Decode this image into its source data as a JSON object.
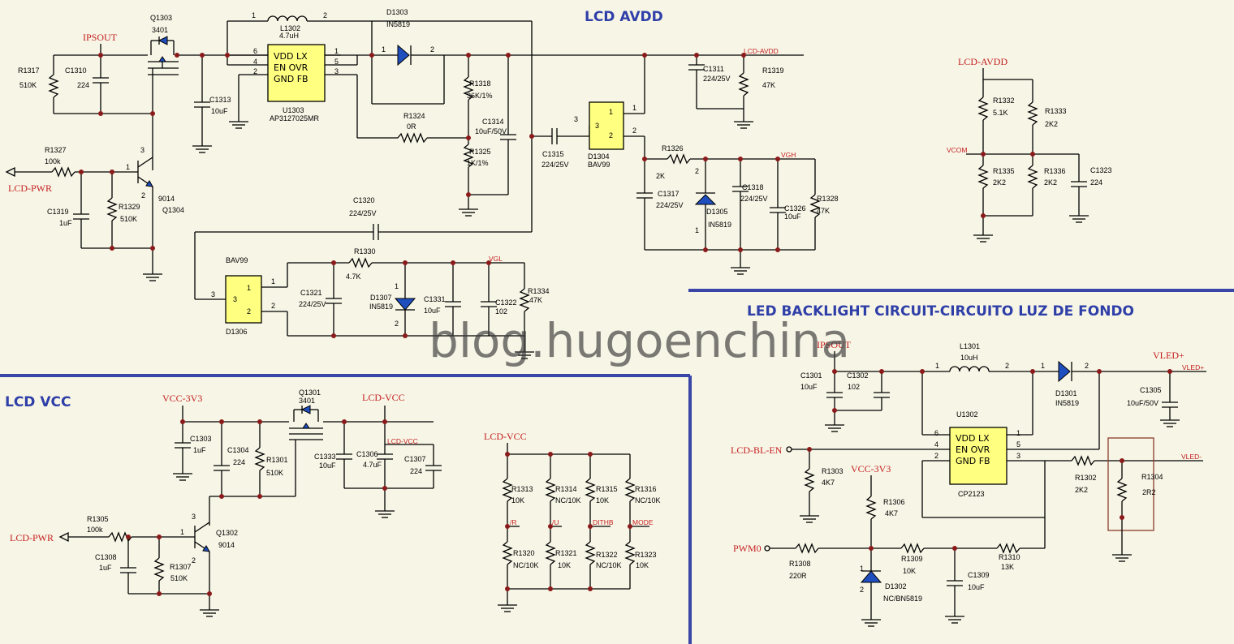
{
  "titles": {
    "lcd_avdd": "LCD AVDD",
    "lcd_vcc": "LCD VCC",
    "backlight": "LED BACKLIGHT CIRCUIT-CIRCUITO LUZ DE FONDO"
  },
  "watermark": "blog.hugoenchina",
  "nets": {
    "ipsout": "IPSOUT",
    "lcd_pwr": "LCD-PWR",
    "lcd_avdd": "LCD-AVDD",
    "vgh": "VGH",
    "vgl": "VGL",
    "vcom": "VCOM",
    "vcc_3v3": "VCC-3V3",
    "lcd_vcc": "LCD-VCC",
    "vled_plus": "VLED+",
    "vled_minus": "VLED-",
    "lcd_bl_en": "LCD-BL-EN",
    "pwm0": "PWM0",
    "r_sig": "/R",
    "u_sig": "/U",
    "dithb": "DITHB",
    "mode": "MODE"
  },
  "ics": {
    "u1303": {
      "ref": "U1303",
      "part": "AP3127025MR",
      "row1": "VDD  LX",
      "row2": "EN  OVR",
      "row3": "GND  FB"
    },
    "u1302": {
      "ref": "U1302",
      "part": "CP2123",
      "row1": "VDD  LX",
      "row2": "EN  OVR",
      "row3": "GND  FB"
    },
    "d1304": {
      "ref": "D1304",
      "part": "BAV99"
    },
    "d1306": {
      "ref": "D1306",
      "part": "BAV99"
    }
  },
  "components": {
    "Q1303": [
      "Q1303",
      "3401"
    ],
    "R1317": [
      "R1317",
      "510K"
    ],
    "C1310": [
      "C1310",
      "224"
    ],
    "L1302": [
      "L1302",
      "4.7uH"
    ],
    "D1303": [
      "D1303",
      "IN5819"
    ],
    "C1313": [
      "C1313",
      "10uF"
    ],
    "R1318": [
      "R1318",
      "36K/1%"
    ],
    "R1324": [
      "R1324",
      "0R"
    ],
    "C1314": [
      "C1314",
      "10uF/50V"
    ],
    "R1325": [
      "R1325",
      "1K/1%"
    ],
    "C1315": [
      "C1315",
      "224/25V"
    ],
    "C1311": [
      "C1311",
      "224/25V"
    ],
    "R1319": [
      "R1319",
      "47K"
    ],
    "R1326": [
      "R1326",
      "2K"
    ],
    "C1317": [
      "C1317",
      "224/25V"
    ],
    "D1305": [
      "D1305",
      "IN5819"
    ],
    "C1318": [
      "C1318",
      "224/25V"
    ],
    "C1326": [
      "C1326",
      "10uF"
    ],
    "R1328": [
      "R1328",
      "47K"
    ],
    "R1327": [
      "R1327",
      "100k"
    ],
    "Q1304": [
      "9014",
      "Q1304"
    ],
    "C1319": [
      "C1319",
      "1uF"
    ],
    "R1329": [
      "R1329",
      "510K"
    ],
    "C1320": [
      "C1320",
      "224/25V"
    ],
    "R1330": [
      "R1330",
      "4.7K"
    ],
    "C1321": [
      "C1321",
      "224/25V"
    ],
    "D1307": [
      "D1307",
      "IN5819"
    ],
    "C1331": [
      "C1331",
      "10uF"
    ],
    "C1322": [
      "C1322",
      "102"
    ],
    "R1334": [
      "R1334",
      "47K"
    ],
    "R1332": [
      "R1332",
      "5.1K"
    ],
    "R1333": [
      "R1333",
      "2K2"
    ],
    "R1335": [
      "R1335",
      "2K2"
    ],
    "R1336": [
      "R1336",
      "2K2"
    ],
    "C1323": [
      "C1323",
      "224"
    ],
    "Q1301": [
      "Q1301",
      "3401"
    ],
    "C1303": [
      "C1303",
      "1uF"
    ],
    "C1304": [
      "C1304",
      "224"
    ],
    "R1301": [
      "R1301",
      "510K"
    ],
    "C1333": [
      "C1333",
      "10uF"
    ],
    "C1306": [
      "C1306",
      "4.7uF"
    ],
    "C1307": [
      "C1307",
      "224"
    ],
    "R1305": [
      "R1305",
      "100k"
    ],
    "Q1302": [
      "Q1302",
      "9014"
    ],
    "C1308": [
      "C1308",
      "1uF"
    ],
    "R1307": [
      "R1307",
      "510K"
    ],
    "R1313": [
      "R1313",
      "10K"
    ],
    "R1314": [
      "R1314",
      "NC/10K"
    ],
    "R1315": [
      "R1315",
      "10K"
    ],
    "R1316": [
      "R1316",
      "NC/10K"
    ],
    "R1320": [
      "R1320",
      "NC/10K"
    ],
    "R1321": [
      "R1321",
      "10K"
    ],
    "R1322": [
      "R1322",
      "NC/10K"
    ],
    "R1323": [
      "R1323",
      "10K"
    ],
    "C1301": [
      "C1301",
      "10uF"
    ],
    "C1302": [
      "C1302",
      "102"
    ],
    "L1301": [
      "L1301",
      "10uH"
    ],
    "D1301": [
      "D1301",
      "IN5819"
    ],
    "C1305": [
      "C1305",
      "10uF/50V"
    ],
    "R1303": [
      "R1303",
      "4K7"
    ],
    "R1306": [
      "R1306",
      "4K7"
    ],
    "R1302": [
      "R1302",
      "2K2"
    ],
    "R1304": [
      "R1304",
      "2R2"
    ],
    "R1308": [
      "R1308",
      "220R"
    ],
    "R1309": [
      "R1309",
      "10K"
    ],
    "R1310": [
      "R1310",
      "13K"
    ],
    "C1309": [
      "C1309",
      "10uF"
    ],
    "D1302": [
      "D1302",
      "NC/BN5819"
    ]
  },
  "pins": {
    "u1303": [
      "6",
      "4",
      "2",
      "1",
      "5",
      "3"
    ],
    "u1302": [
      "6",
      "4",
      "2",
      "1",
      "5",
      "3"
    ],
    "l1302": [
      "1",
      "2"
    ],
    "d1303": [
      "1",
      "2"
    ],
    "l1301": [
      "1",
      "2"
    ],
    "d1301": [
      "1",
      "2"
    ],
    "d1304": [
      "3",
      "1",
      "2"
    ],
    "d1306": [
      "3",
      "1",
      "2"
    ],
    "q1304": [
      "1",
      "3",
      "2"
    ],
    "q1302": [
      "1",
      "3",
      "2"
    ],
    "d1305": [
      "2",
      "1"
    ],
    "d1307": [
      "1",
      "2"
    ],
    "d1302": [
      "1",
      "2"
    ]
  }
}
